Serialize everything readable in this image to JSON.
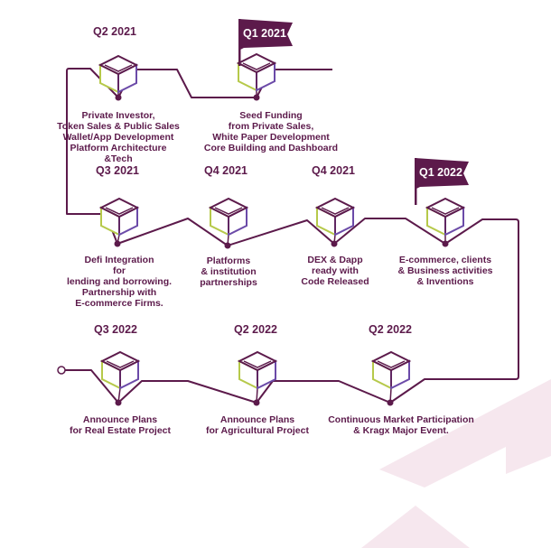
{
  "colors": {
    "path": "#5c1a4b",
    "text": "#5c1a4b",
    "flag": "#5c1a4b",
    "cube_edge": "#5c1a4b",
    "cube_left": "#b6c94a",
    "cube_right": "#6b4aa8",
    "watermark": "#f6e7ee"
  },
  "icons": {
    "milestone": "cube-icon",
    "highlight": "flag-icon",
    "start": "ring-icon",
    "node": "dot-icon"
  },
  "milestones": [
    {
      "id": "q2-2021",
      "quarter": "Q2 2021",
      "flag": false,
      "description": [
        "Private Investor,",
        "Token Sales & Public Sales",
        "Wallet/App Development",
        "Platform Architecture",
        "&Tech"
      ]
    },
    {
      "id": "q1-2021",
      "quarter": "Q1 2021",
      "flag": true,
      "description": [
        "Seed Funding",
        "from Private Sales,",
        "White Paper Development",
        "Core Building and Dashboard"
      ]
    },
    {
      "id": "q3-2021",
      "quarter": "Q3 2021",
      "flag": false,
      "description": [
        "Defi Integration",
        "for",
        "lending and borrowing.",
        "Partnership with",
        "E-commerce Firms."
      ]
    },
    {
      "id": "q4-2021-a",
      "quarter": "Q4 2021",
      "flag": false,
      "description": [
        "Platforms",
        "& institution",
        "partnerships"
      ]
    },
    {
      "id": "q4-2021-b",
      "quarter": "Q4 2021",
      "flag": false,
      "description": [
        "DEX & Dapp",
        "ready with",
        "Code Released"
      ]
    },
    {
      "id": "q1-2022",
      "quarter": "Q1 2022",
      "flag": true,
      "description": [
        "E-commerce, clients",
        "& Business activities",
        "& Inventions"
      ]
    },
    {
      "id": "q3-2022",
      "quarter": "Q3 2022",
      "flag": false,
      "description": [
        "Announce Plans",
        "for Real Estate Project"
      ]
    },
    {
      "id": "q2-2022-a",
      "quarter": "Q2 2022",
      "flag": false,
      "description": [
        "Announce Plans",
        "for  Agricultural Project"
      ]
    },
    {
      "id": "q2-2022-b",
      "quarter": "Q2 2022",
      "flag": false,
      "description": [
        "Continuous Market Participation",
        "& Kragx Major Event."
      ]
    }
  ]
}
